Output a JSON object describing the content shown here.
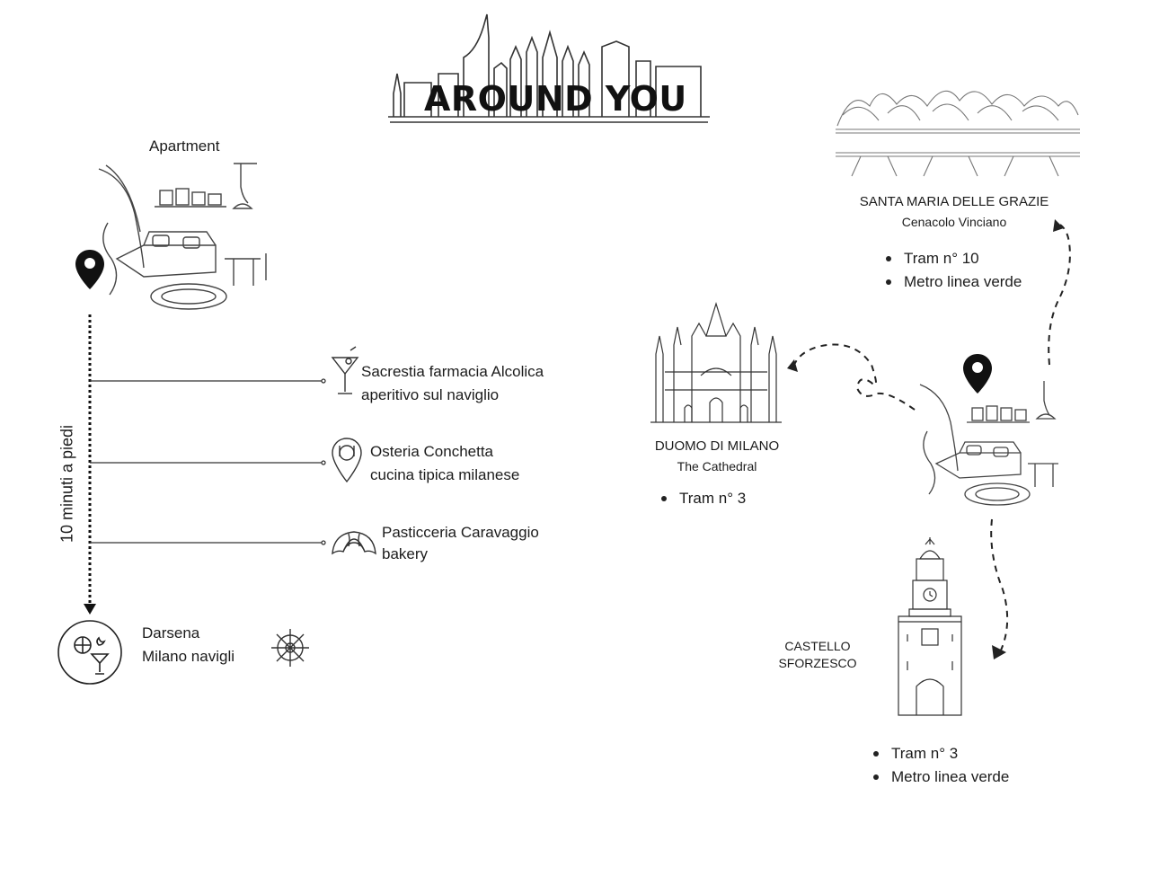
{
  "title": "AROUND YOU",
  "apartment": {
    "label": "Apartment"
  },
  "walk_label": "10 minuti a piedi",
  "stops": [
    {
      "name": "Sacrestia farmacia Alcolica",
      "sub": "aperitivo sul naviglio",
      "icon": "cocktail-icon"
    },
    {
      "name": "Osteria Conchetta",
      "sub": "cucina tipica milanese",
      "icon": "plate-pin-icon"
    },
    {
      "name": "Pasticceria Caravaggio",
      "sub": "bakery",
      "icon": "croissant-icon"
    }
  ],
  "destination": {
    "name": "Darsena",
    "sub": "Milano navigli",
    "icons": [
      "nightlife-icon",
      "ship-wheel-icon"
    ]
  },
  "landmarks": {
    "santa_maria": {
      "title": "SANTA MARIA DELLE GRAZIE",
      "sub": "Cenacolo Vinciano",
      "transport": [
        "Tram n° 10",
        "Metro linea verde"
      ]
    },
    "duomo": {
      "title": "DUOMO DI MILANO",
      "sub": "The Cathedral",
      "transport": [
        "Tram n° 3"
      ]
    },
    "castello": {
      "title_line1": "CASTELLO",
      "title_line2": "SFORZESCO",
      "transport": [
        "Tram n° 3",
        "Metro linea verde"
      ]
    }
  },
  "colors": {
    "ink": "#1c1c1c",
    "background": "#ffffff"
  }
}
